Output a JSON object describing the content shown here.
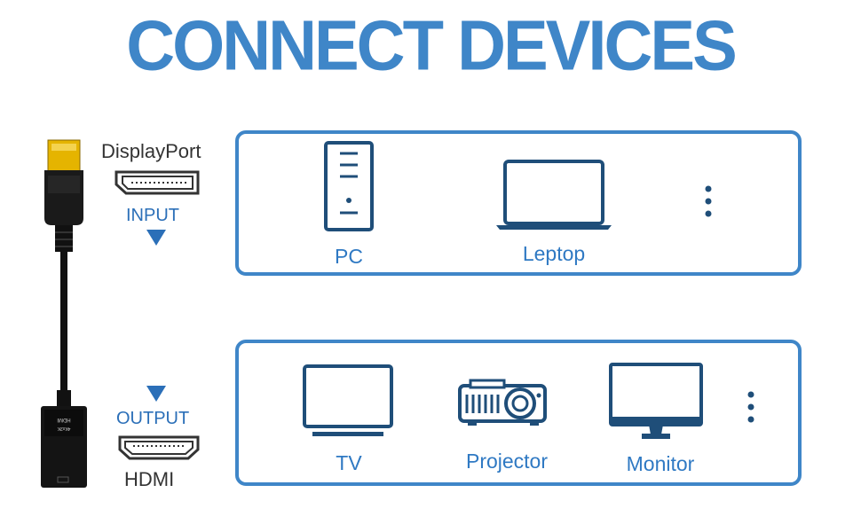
{
  "header": {
    "title": "CONNECT DEVICES"
  },
  "input_side": {
    "port_label": "DisplayPort",
    "direction_label": "INPUT"
  },
  "output_side": {
    "direction_label": "OUTPUT",
    "port_label": "HDMI"
  },
  "adapter": {
    "printed_text_1": "HDMI",
    "printed_text_2": "4Kx2K"
  },
  "input_devices": [
    {
      "name": "PC",
      "icon": "pc-tower-icon"
    },
    {
      "name": "Leptop",
      "icon": "laptop-icon"
    },
    {
      "more": "more-icon"
    }
  ],
  "output_devices": [
    {
      "name": "TV",
      "icon": "tv-icon"
    },
    {
      "name": "Projector",
      "icon": "projector-icon"
    },
    {
      "name": "Monitor",
      "icon": "monitor-icon"
    },
    {
      "more": "more-icon"
    }
  ],
  "colors": {
    "accent": "#3f86c8",
    "icon_stroke": "#1f4e79",
    "text_gray": "#333333"
  }
}
